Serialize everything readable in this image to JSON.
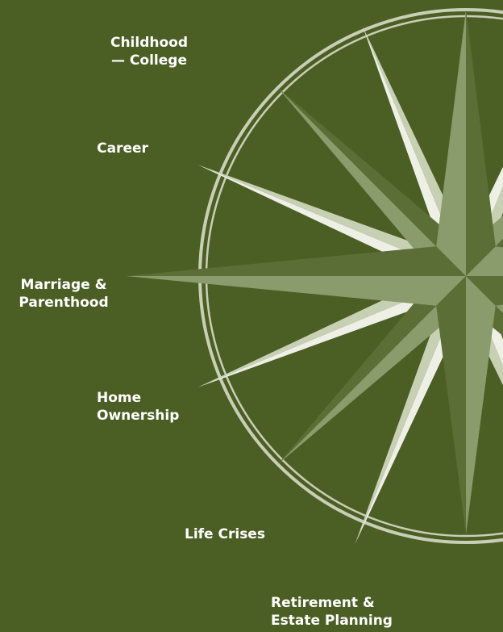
{
  "colors": {
    "background": "#4b5e24",
    "ring": "#c9cfb6",
    "star_dark": "#5b6e35",
    "star_mid": "#8a9b6c",
    "star_light": "#c8d0b4",
    "star_pale": "#eef0e6",
    "label": "#ffffff"
  },
  "labels": {
    "childhood": {
      "line1": "Childhood",
      "line2": "— College"
    },
    "career": {
      "line1": "Career"
    },
    "marriage": {
      "line1": "Marriage &",
      "line2": "Parenthood"
    },
    "home": {
      "line1": "Home",
      "line2": "Ownership"
    },
    "crises": {
      "line1": "Life Crises"
    },
    "retirement": {
      "line1": "Retirement &",
      "line2": "Estate Planning"
    }
  }
}
